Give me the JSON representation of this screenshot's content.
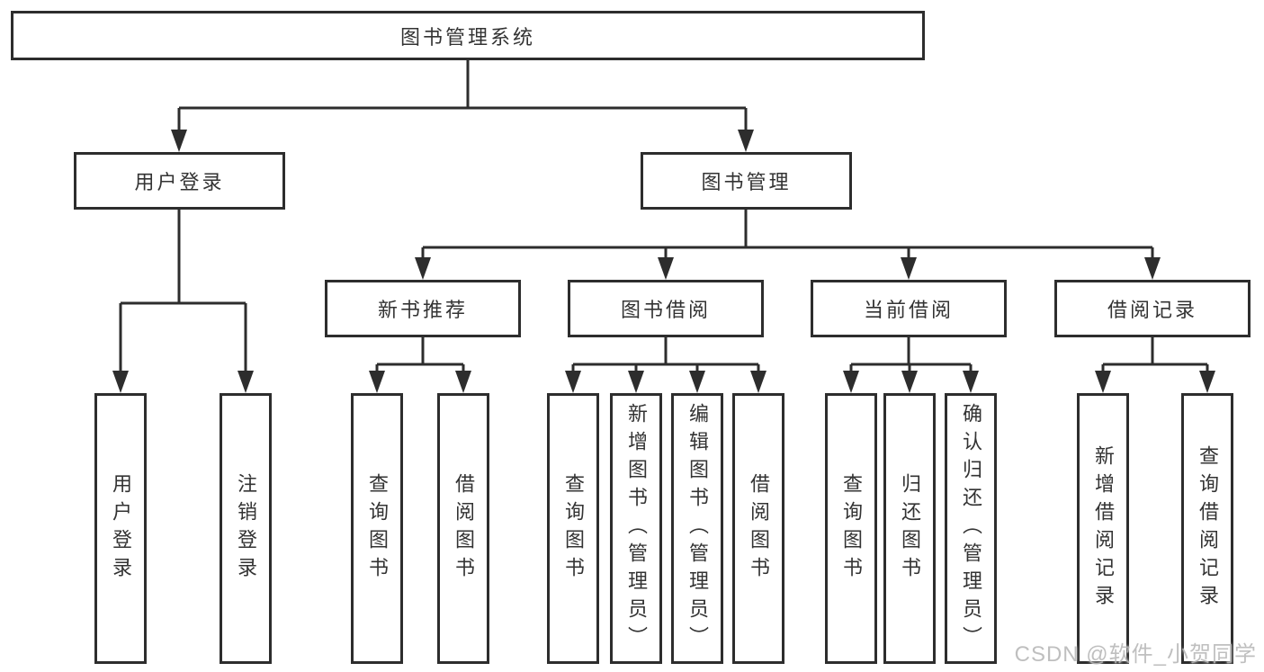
{
  "colors": {
    "line": "#2d2d2d",
    "box_border": "#2d2d2d",
    "text": "#333333",
    "background": "#ffffff",
    "watermark": "#b9b9b9"
  },
  "watermark": {
    "text": "CSDN @软件_小贺同学"
  },
  "tree": {
    "root": {
      "label": "图书管理系统",
      "children": [
        {
          "label": "用户登录",
          "children": [
            {
              "label": "用户登录"
            },
            {
              "label": "注销登录"
            }
          ]
        },
        {
          "label": "图书管理",
          "children": [
            {
              "label": "新书推荐",
              "children": [
                {
                  "label": "查询图书"
                },
                {
                  "label": "借阅图书"
                }
              ]
            },
            {
              "label": "图书借阅",
              "children": [
                {
                  "label": "查询图书"
                },
                {
                  "label": "新增图书（管理员）"
                },
                {
                  "label": "编辑图书（管理员）"
                },
                {
                  "label": "借阅图书"
                }
              ]
            },
            {
              "label": "当前借阅",
              "children": [
                {
                  "label": "查询图书"
                },
                {
                  "label": "归还图书"
                },
                {
                  "label": "确认归还（管理员）"
                }
              ]
            },
            {
              "label": "借阅记录",
              "children": [
                {
                  "label": "新增借阅记录"
                },
                {
                  "label": "查询借阅记录"
                }
              ]
            }
          ]
        }
      ]
    }
  }
}
